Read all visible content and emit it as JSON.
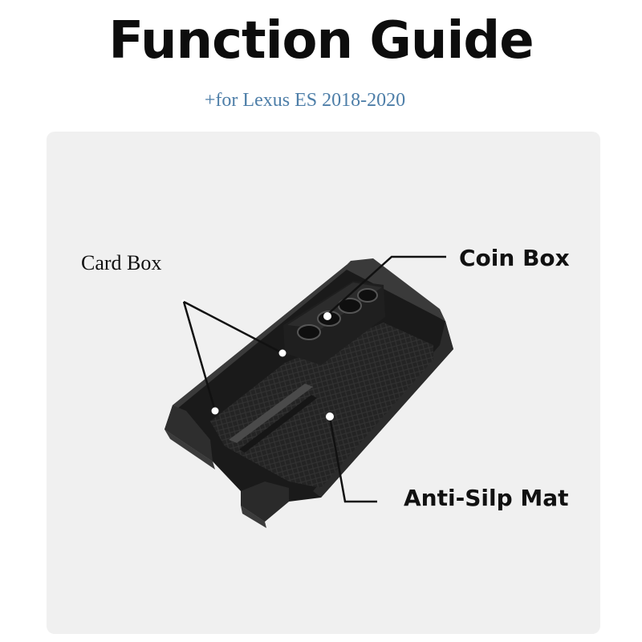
{
  "header": {
    "title": "Function Guide",
    "subtitle": "+for Lexus ES 2018-2020"
  },
  "product": {
    "image": "console-organizer-tray",
    "callouts": [
      {
        "id": "card",
        "label": "Card Box"
      },
      {
        "id": "coin",
        "label": "Coin Box"
      },
      {
        "id": "mat",
        "label": "Anti-Silp Mat"
      }
    ]
  },
  "colors": {
    "subtitle": "#4d7ea8",
    "panel": "#f0f0f0",
    "tray": "#1c1c1c"
  }
}
